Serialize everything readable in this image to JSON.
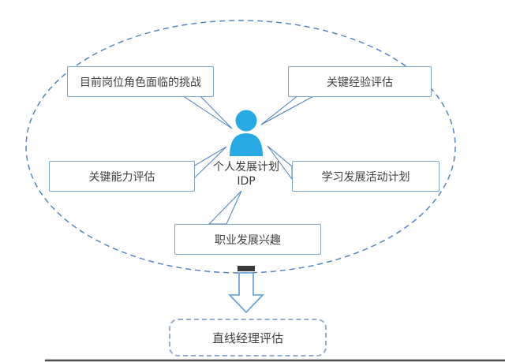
{
  "diagram": {
    "center": {
      "label": "个人发展计划",
      "abbr": "IDP",
      "icon": "person-icon"
    },
    "nodes": {
      "challenge": {
        "label": "目前岗位角色面临的挑战"
      },
      "experience": {
        "label": "关键经验评估"
      },
      "capability": {
        "label": "关键能力评估"
      },
      "learning": {
        "label": "学习发展活动计划"
      },
      "interest": {
        "label": "职业发展兴趣"
      },
      "manager": {
        "label": "直线经理评估"
      }
    },
    "colors": {
      "ellipse_border": "#4a7ebf",
      "node_border": "#7fa5c7",
      "connector_stroke": "#4a7ebf",
      "person": "#29a9e1",
      "arrow_stroke": "#5b9bd5",
      "arrow_cap": "#3a3a3a",
      "text": "#3f3f3f",
      "bottom_divider": "#4d4d4d"
    }
  }
}
